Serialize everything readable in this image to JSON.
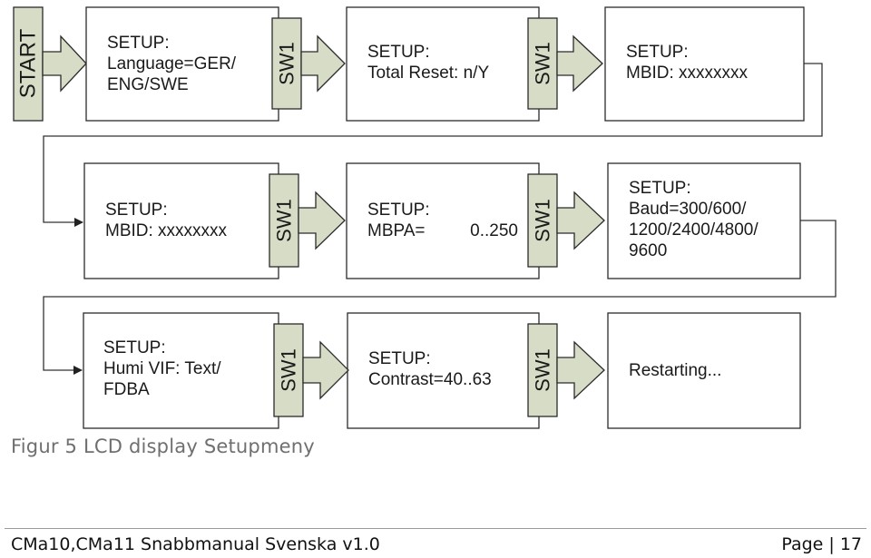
{
  "colors": {
    "tab_fill": "#d6dcc6",
    "stroke": "#2b2b2b",
    "line": "#333333"
  },
  "start_label": "START",
  "switch_label": "SW1",
  "screens": [
    {
      "lines": [
        "SETUP:",
        "Language=GER/",
        "ENG/SWE"
      ]
    },
    {
      "lines": [
        "SETUP:",
        "Total Reset: n/Y"
      ]
    },
    {
      "lines": [
        "SETUP:",
        "MBID: xxxxxxxx"
      ]
    },
    {
      "lines": [
        "SETUP:",
        "MBID: xxxxxxxx"
      ]
    },
    {
      "lines": [
        "SETUP:",
        "MBPA=",
        "0..250"
      ]
    },
    {
      "lines": [
        "SETUP:",
        "Baud=300/600/",
        "1200/2400/4800/",
        "9600"
      ]
    },
    {
      "lines": [
        "SETUP:",
        "Humi VIF: Text/",
        "FDBA"
      ]
    },
    {
      "lines": [
        "SETUP:",
        "Contrast=40..63"
      ]
    },
    {
      "lines": [
        "Restarting..."
      ]
    }
  ],
  "caption": "Figur 5 LCD display Setupmeny",
  "footer": {
    "left": "CMa10,CMa11 Snabbmanual Svenska v1.0",
    "right": "Page | 17"
  }
}
